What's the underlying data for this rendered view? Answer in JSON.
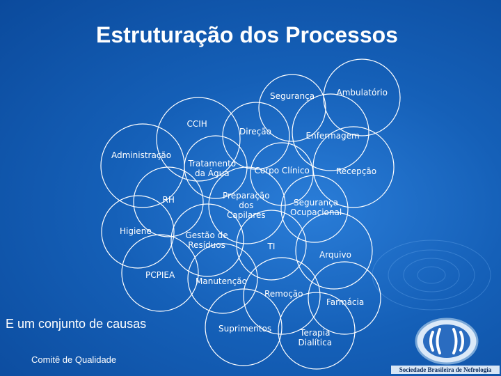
{
  "title": "Estruturação dos Processos",
  "nodes": [
    {
      "id": "seguranca",
      "label": "Segurança"
    },
    {
      "id": "ambulatorio",
      "label": "Ambulatório"
    },
    {
      "id": "ccih",
      "label": "CCIH"
    },
    {
      "id": "direcao",
      "label": "Direção"
    },
    {
      "id": "enfermagem",
      "label": "Enfermagem"
    },
    {
      "id": "administracao",
      "label": "Administração"
    },
    {
      "id": "tratamento",
      "label": "Tratamento\nda Água"
    },
    {
      "id": "corpo-clinico",
      "label": "Corpo Clínico"
    },
    {
      "id": "recepcao",
      "label": "Recepção"
    },
    {
      "id": "rh",
      "label": "RH"
    },
    {
      "id": "preparacao",
      "label": "Preparação\ndos\nCapilares"
    },
    {
      "id": "seguranca-ocupacional",
      "label": "Segurança\nOcupacional"
    },
    {
      "id": "higiene",
      "label": "Higiene"
    },
    {
      "id": "gestao-residuos",
      "label": "Gestão de\nResíduos"
    },
    {
      "id": "ti",
      "label": "TI"
    },
    {
      "id": "arquivo",
      "label": "Arquivo"
    },
    {
      "id": "pcpiea",
      "label": "PCPIEA"
    },
    {
      "id": "manutencao",
      "label": "Manutenção"
    },
    {
      "id": "remocao",
      "label": "Remoção"
    },
    {
      "id": "farmacia",
      "label": "Farmácia"
    },
    {
      "id": "suprimentos",
      "label": "Suprimentos"
    },
    {
      "id": "terapia",
      "label": "Terapia\nDialítica"
    }
  ],
  "caption": "E um conjunto de causas",
  "footer": "Comitê de Qualidade",
  "logo": {
    "text": "Sociedade Brasileira de Nefrologia"
  },
  "colors": {
    "background": "#1560b8",
    "circle_stroke": "#ffffff",
    "text": "#ffffff"
  }
}
